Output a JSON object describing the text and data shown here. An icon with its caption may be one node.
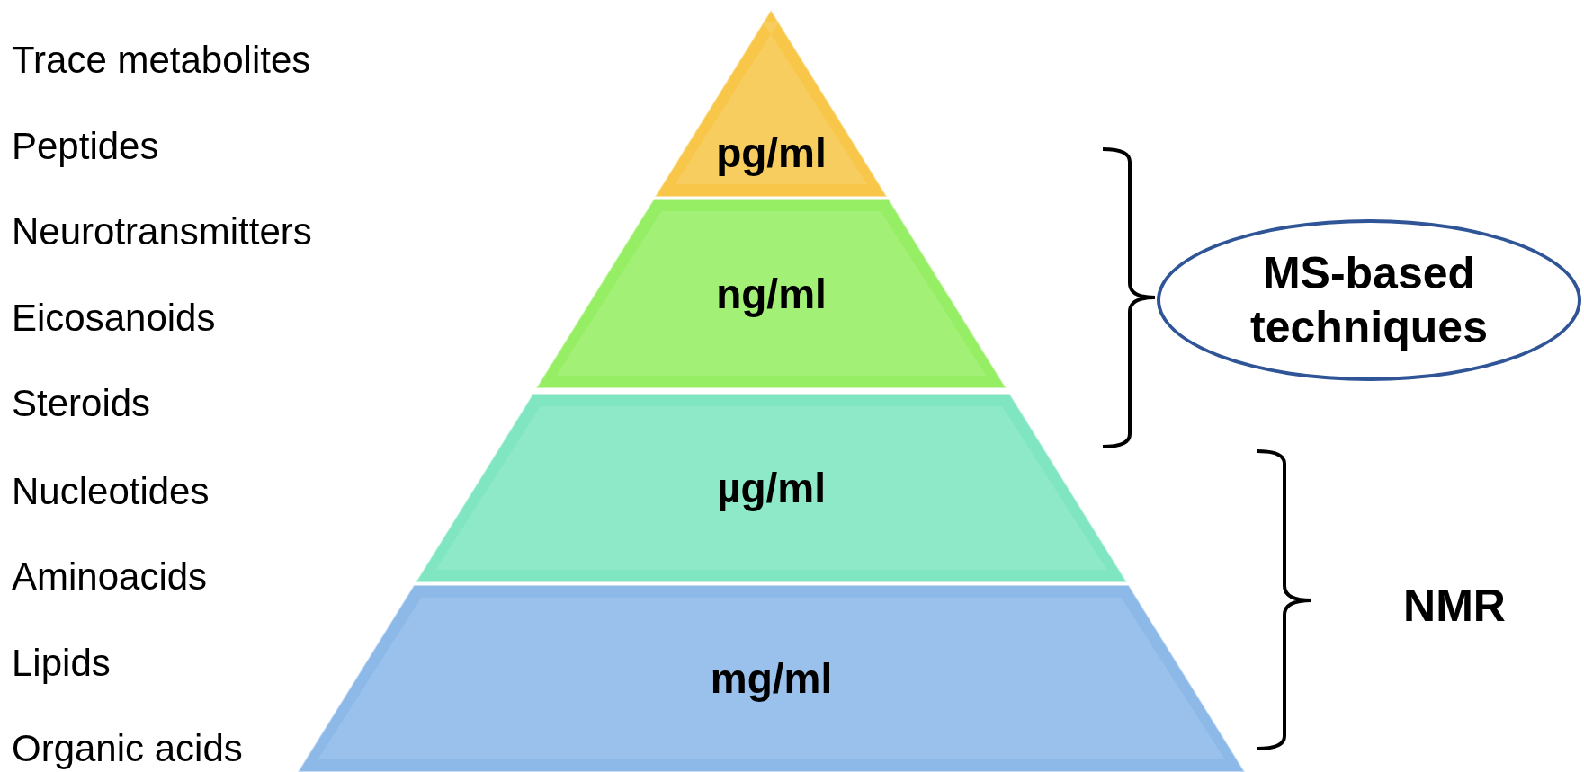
{
  "diagram": {
    "nodes": [
      {
        "text": [
          "pg/ml"
        ]
      },
      {
        "text": [
          "ng/ml"
        ]
      },
      {
        "text": [
          "µg/ml"
        ]
      },
      {
        "text": [
          "mg/ml"
        ]
      },
      {
        "text": [
          "MS-based techniques"
        ]
      }
    ],
    "labels": [
      "Trace metabolites",
      "Peptides",
      "Neurotransmitters",
      "Eicosanoids",
      "Steroids",
      "Nucleotides",
      "Aminoacids",
      "Lipids",
      "Organic acids",
      "NMR"
    ]
  }
}
